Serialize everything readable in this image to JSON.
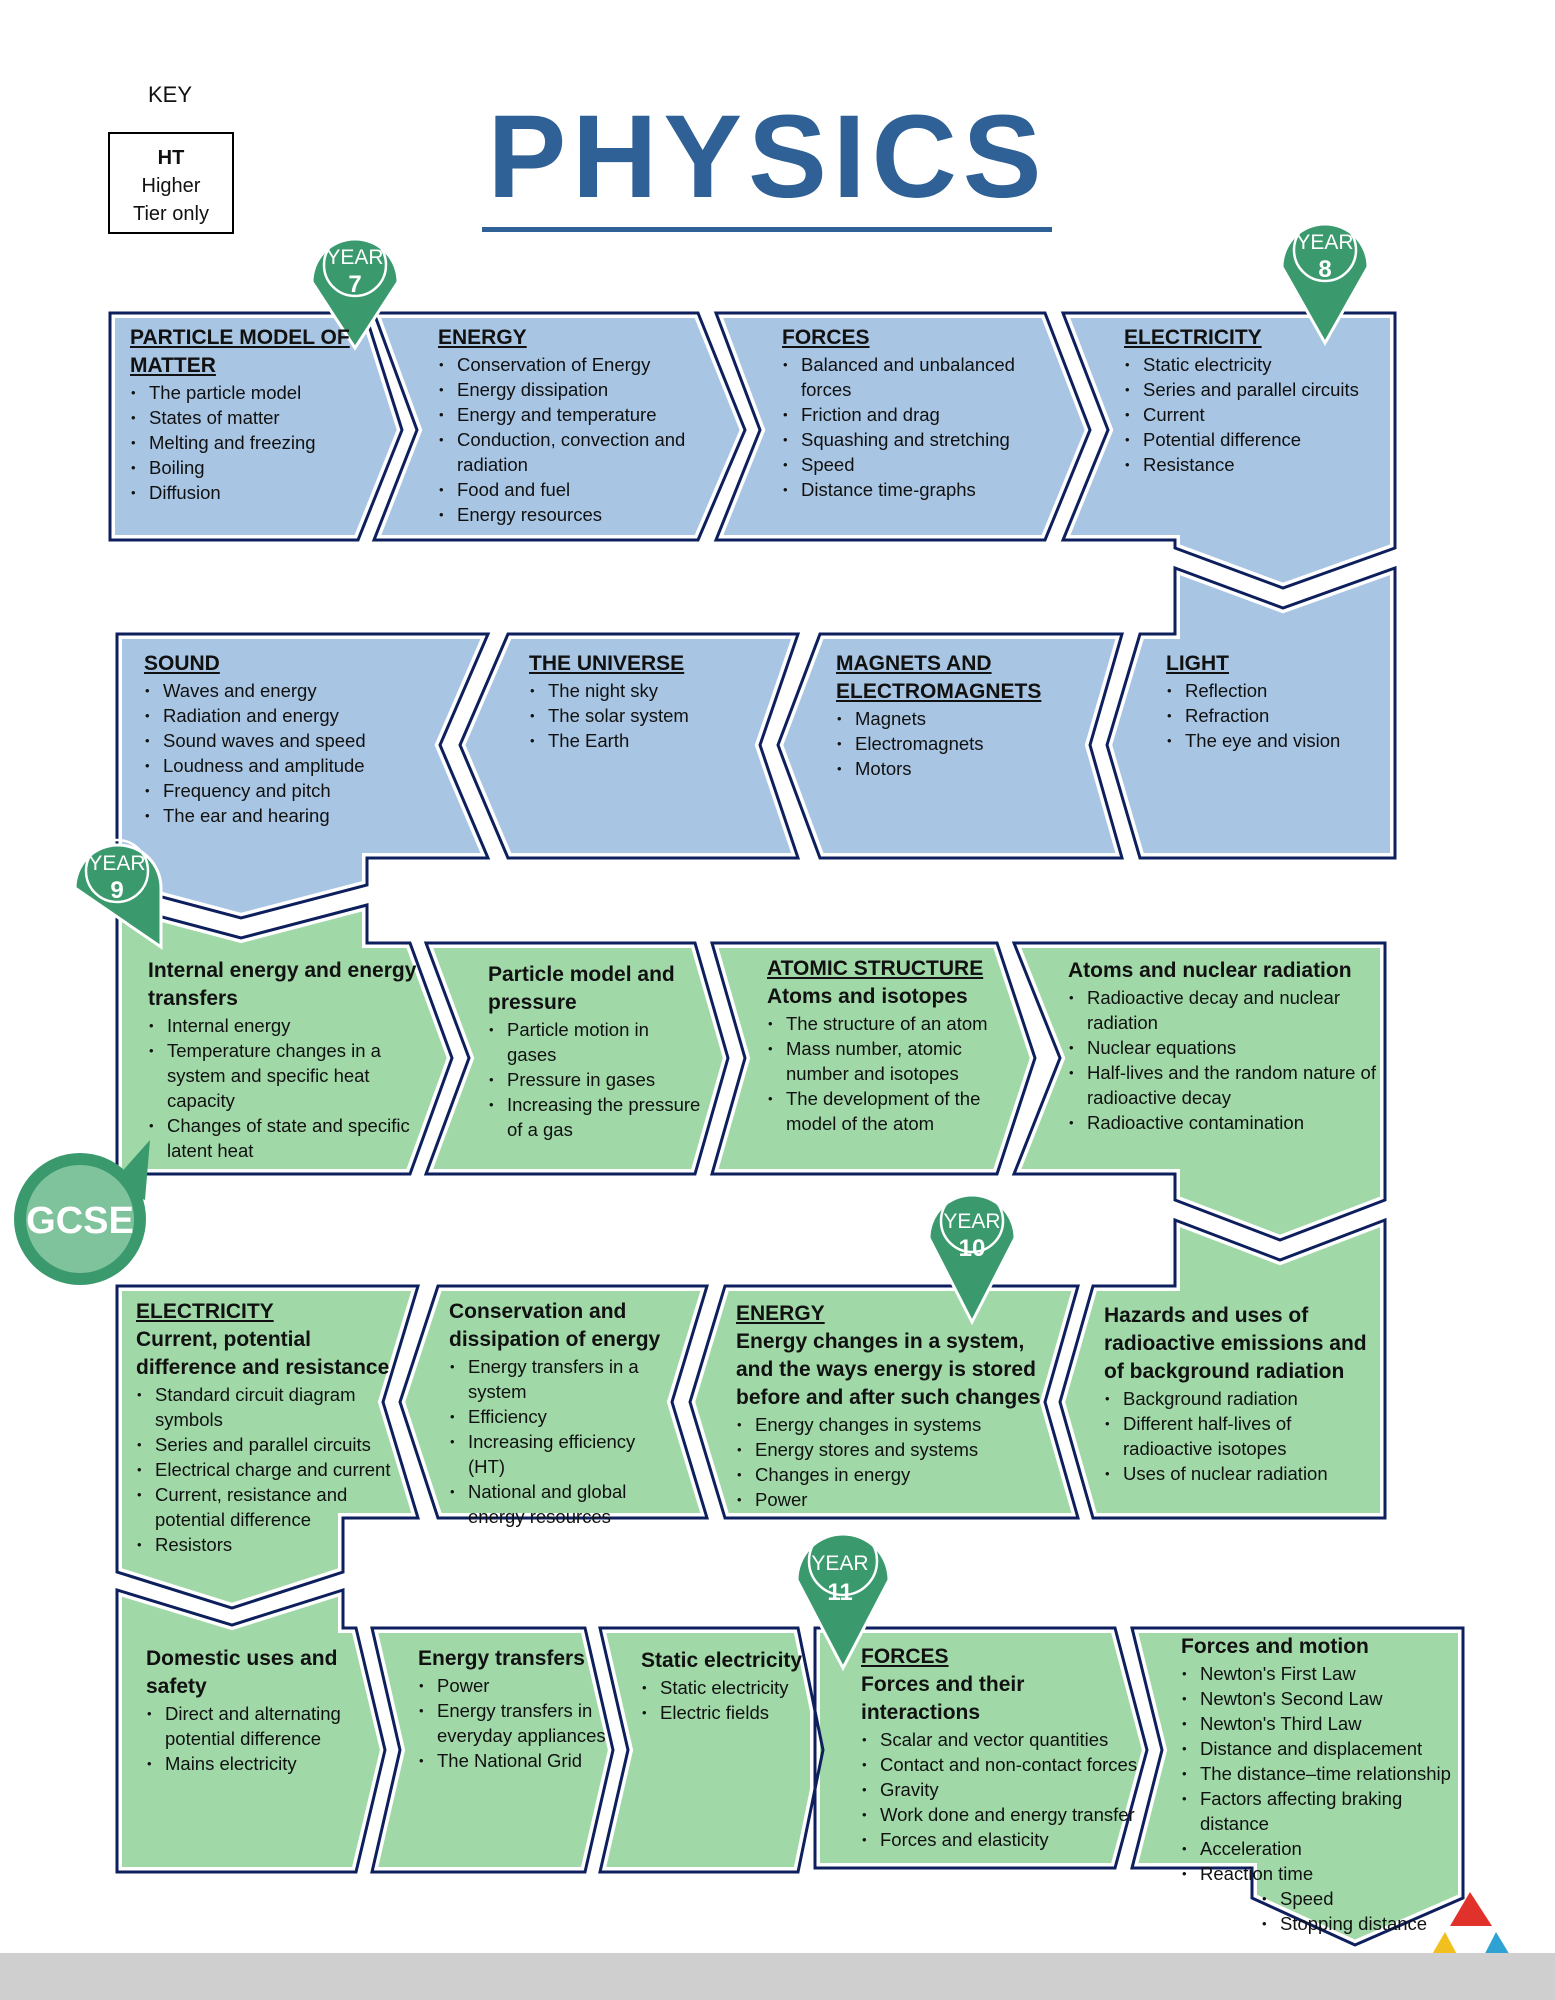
{
  "key": {
    "label": "KEY",
    "ht_code": "HT",
    "ht_line1": "Higher",
    "ht_line2": "Tier only"
  },
  "title": "PHYSICS",
  "colors": {
    "ks3_fill": "#a8c5e3",
    "gcse_fill": "#a0d8a8",
    "outline": "#0d1f5c",
    "pin": "#3a9a6e",
    "title": "#2f6096"
  },
  "pins": {
    "y7": {
      "word": "YEAR",
      "num": "7"
    },
    "y8": {
      "word": "YEAR",
      "num": "8"
    },
    "y9": {
      "word": "YEAR",
      "num": "9"
    },
    "y10": {
      "word": "YEAR",
      "num": "10"
    },
    "y11": {
      "word": "YEAR",
      "num": "11"
    },
    "gcse": "GCSE"
  },
  "topics": {
    "particle_model": {
      "title": "PARTICLE MODEL OF MATTER",
      "items": [
        "The particle model",
        "States of matter",
        "Melting and freezing",
        "Boiling",
        "Diffusion"
      ]
    },
    "energy": {
      "title": "ENERGY",
      "items": [
        "Conservation of Energy",
        "Energy dissipation",
        "Energy and temperature",
        "Conduction, convection and radiation",
        "Food and fuel",
        "Energy resources"
      ]
    },
    "forces": {
      "title": "FORCES",
      "items": [
        "Balanced and unbalanced forces",
        "Friction and drag",
        "Squashing and stretching",
        "Speed",
        "Distance time-graphs"
      ]
    },
    "electricity": {
      "title": "ELECTRICITY",
      "items": [
        "Static electricity",
        "Series and parallel circuits",
        "Current",
        "Potential difference",
        "Resistance"
      ]
    },
    "sound": {
      "title": "SOUND",
      "items": [
        "Waves and energy",
        "Radiation and energy",
        "Sound waves and speed",
        "Loudness and amplitude",
        "Frequency and pitch",
        "The ear and hearing"
      ]
    },
    "universe": {
      "title": "THE UNIVERSE",
      "items": [
        "The night sky",
        "The solar system",
        "The Earth"
      ]
    },
    "magnets": {
      "title": "MAGNETS AND ELECTROMAGNETS",
      "items": [
        "Magnets",
        "Electromagnets",
        "Motors"
      ]
    },
    "light": {
      "title": "LIGHT",
      "items": [
        "Reflection",
        "Refraction",
        "The eye and vision"
      ]
    },
    "internal_energy": {
      "title": "Internal energy and energy transfers",
      "items": [
        "Internal energy",
        "Temperature changes in a system and specific heat capacity",
        "Changes of state and specific latent heat"
      ]
    },
    "particle_pressure": {
      "title": "Particle model and pressure",
      "items": [
        "Particle motion in gases",
        "Pressure in gases",
        "Increasing the pressure of a gas"
      ]
    },
    "atomic": {
      "title": "ATOMIC STRUCTURE",
      "subtitle": "Atoms and isotopes",
      "items": [
        "The structure of an atom",
        "Mass number, atomic number and isotopes",
        "The development of the model of the atom"
      ]
    },
    "nuclear": {
      "title": "Atoms and nuclear radiation",
      "items": [
        "Radioactive decay and nuclear radiation",
        "Nuclear equations",
        "Half-lives and the random nature of radioactive decay",
        "Radioactive contamination"
      ]
    },
    "gcse_electricity": {
      "title": "ELECTRICITY",
      "subtitle": "Current, potential difference and resistance",
      "items": [
        "Standard circuit diagram symbols",
        "Series and parallel circuits",
        "Electrical charge and current",
        "Current, resistance and potential difference",
        "Resistors"
      ]
    },
    "conservation": {
      "title": "Conservation and dissipation of energy",
      "items": [
        "Energy transfers in a system",
        "Efficiency",
        "Increasing efficiency (HT)",
        "National and global energy resources"
      ]
    },
    "gcse_energy": {
      "title": "ENERGY",
      "subtitle": "Energy changes in a system, and the ways energy is stored before and after such changes",
      "items": [
        "Energy changes in systems",
        "Energy stores and systems",
        "Changes in energy",
        "Power"
      ]
    },
    "hazards": {
      "title": "Hazards and uses of radioactive emissions and of background radiation",
      "items": [
        "Background radiation",
        "Different half-lives of radioactive isotopes",
        "Uses of nuclear radiation"
      ]
    },
    "domestic": {
      "title": "Domestic uses and safety",
      "items": [
        "Direct and alternating potential difference",
        "Mains electricity"
      ]
    },
    "energy_transfers": {
      "title": "Energy transfers",
      "items": [
        "Power",
        "Energy transfers in everyday appliances",
        "The National Grid"
      ]
    },
    "static": {
      "title": "Static electricity",
      "items": [
        "Static electricity",
        "Electric fields"
      ]
    },
    "gcse_forces": {
      "title": "FORCES",
      "subtitle": "Forces and their interactions",
      "items": [
        "Scalar and vector quantities",
        "Contact and non-contact forces",
        "Gravity",
        "Work done and energy transfer",
        "Forces and elasticity"
      ]
    },
    "motion": {
      "title": "Forces and motion",
      "items": [
        "Newton's First Law",
        "Newton's Second Law",
        "Newton's Third Law",
        "Distance and displacement",
        "The distance–time relationship",
        "Factors affecting braking distance",
        "Acceleration",
        "Reaction time"
      ],
      "subitems": [
        "Speed",
        "Stopping distance"
      ]
    }
  }
}
